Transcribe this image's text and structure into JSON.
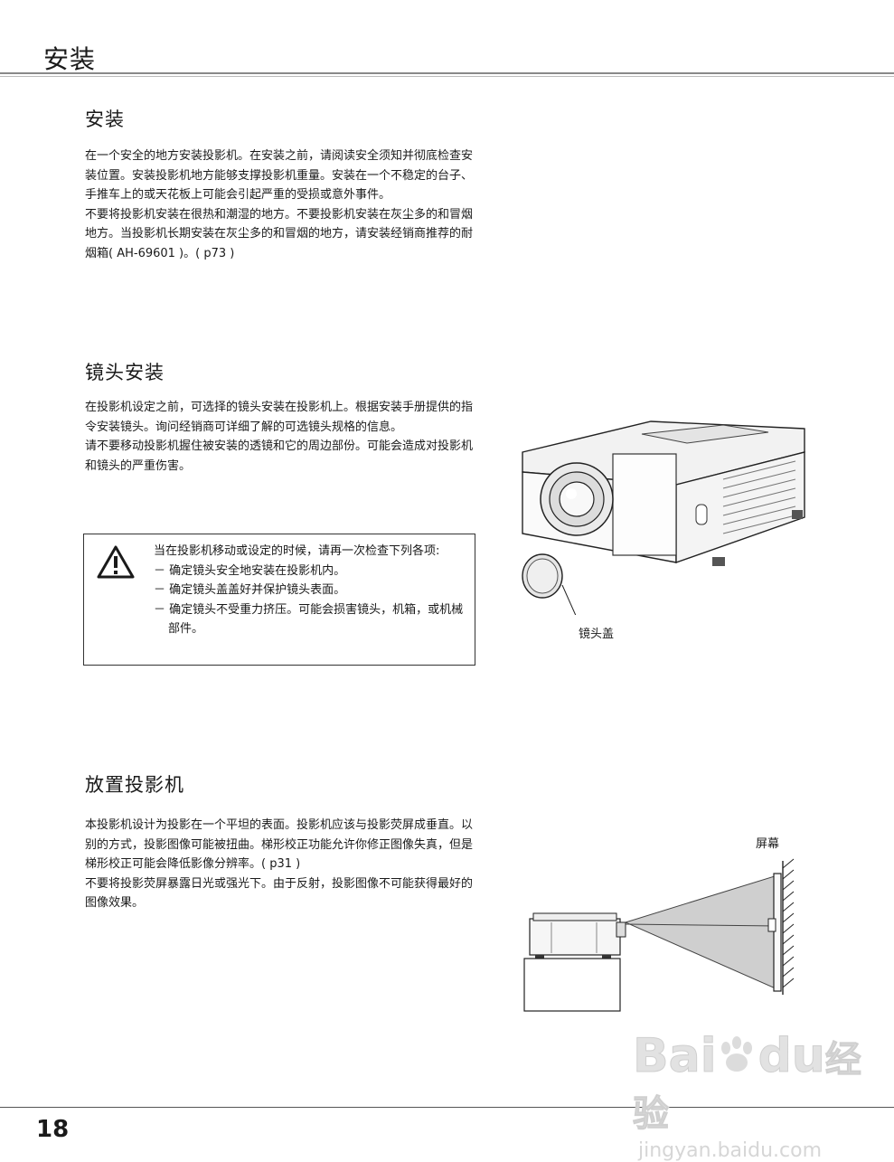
{
  "header": {
    "title": "安装"
  },
  "sections": {
    "install": {
      "heading": "安装",
      "p1": "在一个安全的地方安装投影机。在安装之前，请阅读安全须知并彻底检查安装位置。安装投影机地方能够支撑投影机重量。安装在一个不稳定的台子、手推车上的或天花板上可能会引起严重的受损或意外事件。",
      "p2": "不要将投影机安装在很热和潮湿的地方。不要投影机安装在灰尘多的和冒烟地方。当投影机长期安装在灰尘多的和冒烟的地方，请安装经销商推荐的耐烟箱( AH-69601 )。( p73 )"
    },
    "lens": {
      "heading": "镜头安装",
      "p1": "在投影机设定之前，可选择的镜头安装在投影机上。根据安装手册提供的指令安装镜头。询问经销商可详细了解的可选镜头规格的信息。",
      "p2": "请不要移动投影机握住被安装的透镜和它的周边部份。可能会造成对投影机和镜头的严重伤害。",
      "warning": {
        "intro": "当在投影机移动或设定的时候，请再一次检查下列各项:",
        "items": [
          "确定镜头安全地安装在投影机内。",
          "确定镜头盖盖好并保护镜头表面。",
          "确定镜头不受重力挤压。可能会损害镜头，机箱，或机械部件。"
        ]
      },
      "figure_label": "镜头盖"
    },
    "placement": {
      "heading": "放置投影机",
      "p1": "本投影机设计为投影在一个平坦的表面。投影机应该与投影荧屏成垂直。以别的方式，投影图像可能被扭曲。梯形校正功能允许你修正图像失真，但是梯形校正可能会降低影像分辨率。( p31 )",
      "p2": "不要将投影荧屏暴露日光或强光下。由于反射，投影图像不可能获得最好的图像效果。",
      "figure_label": "屏幕"
    }
  },
  "footer": {
    "page_number": "18"
  },
  "watermark": {
    "brand": "Bai",
    "brand_mid": "du",
    "brand_cn": "经验",
    "url": "jingyan.baidu.com"
  },
  "icons": {
    "warning": "warning-triangle-icon"
  }
}
